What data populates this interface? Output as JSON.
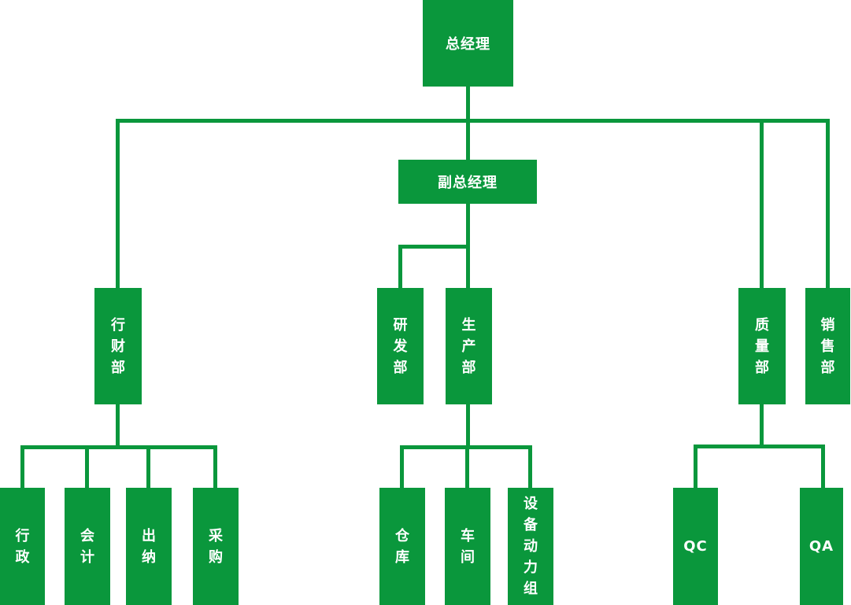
{
  "colors": {
    "box_fill_green": "#0a973c",
    "connector_green": "#0a973c",
    "label_text_white": "#ffffff",
    "background_white": "#ffffff"
  },
  "org_chart": {
    "type": "org-tree",
    "nodes": {
      "general_manager": "总经理",
      "deputy_general_manager": "副总经理",
      "admin_finance_dept": "行财部",
      "rnd_dept": "研发部",
      "production_dept": "生产部",
      "quality_dept": "质量部",
      "sales_dept": "销售部",
      "administration": "行政",
      "accounting": "会计",
      "cashier": "出纳",
      "procurement": "采购",
      "warehouse": "仓库",
      "workshop": "车间",
      "equipment_power_group": "设备动力组",
      "qc": "QC",
      "qa": "QA"
    },
    "relations": [
      {
        "parent": "总经理",
        "children": [
          "行财部",
          "副总经理",
          "质量部",
          "销售部"
        ]
      },
      {
        "parent": "副总经理",
        "children": [
          "研发部",
          "生产部"
        ]
      },
      {
        "parent": "行财部",
        "children": [
          "行政",
          "会计",
          "出纳",
          "采购"
        ]
      },
      {
        "parent": "生产部",
        "children": [
          "仓库",
          "车间",
          "设备动力组"
        ]
      },
      {
        "parent": "质量部",
        "children": [
          "QC",
          "QA"
        ]
      }
    ]
  }
}
